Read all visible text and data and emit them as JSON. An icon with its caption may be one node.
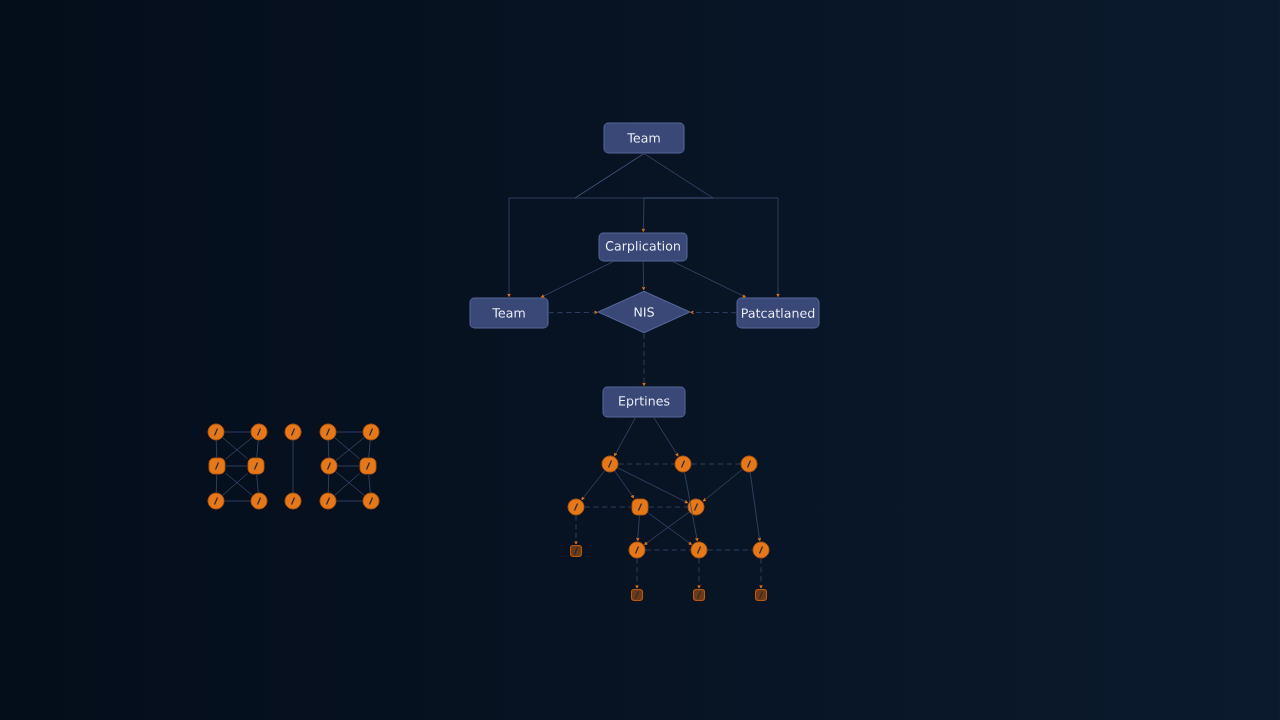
{
  "diagram": {
    "nodes": [
      {
        "text": [
          "Team"
        ]
      },
      {
        "text": [
          "Carplication"
        ]
      },
      {
        "text": [
          "Team"
        ]
      },
      {
        "text": [
          "NIS"
        ]
      },
      {
        "text": [
          "Patcatlaned"
        ]
      },
      {
        "text": [
          "Eprtines"
        ]
      },
      {
        "text": [],
        "shape": "circle"
      },
      {
        "text": [],
        "shape": "circle"
      },
      {
        "text": [],
        "shape": "circle"
      },
      {
        "text": [],
        "shape": "circle"
      },
      {
        "text": [],
        "shape": "box"
      },
      {
        "text": [],
        "shape": "circle"
      },
      {
        "text": [],
        "shape": "box"
      },
      {
        "text": [],
        "shape": "circle"
      },
      {
        "text": [],
        "shape": "circle"
      },
      {
        "text": [],
        "shape": "circle"
      },
      {
        "text": [],
        "shape": "box"
      },
      {
        "text": [],
        "shape": "box"
      },
      {
        "text": [],
        "shape": "box"
      },
      {
        "text": [],
        "shape": "circle"
      },
      {
        "text": [],
        "shape": "circle"
      },
      {
        "text": [],
        "shape": "box"
      },
      {
        "text": [],
        "shape": "box"
      },
      {
        "text": [],
        "shape": "circle"
      },
      {
        "text": [],
        "shape": "circle"
      },
      {
        "text": [],
        "shape": "circle"
      },
      {
        "text": [],
        "shape": "circle"
      },
      {
        "text": [],
        "shape": "circle"
      },
      {
        "text": [],
        "shape": "circle"
      },
      {
        "text": [],
        "shape": "circle"
      },
      {
        "text": [],
        "shape": "box"
      },
      {
        "text": [],
        "shape": "circle"
      },
      {
        "text": [],
        "shape": "circle"
      }
    ],
    "edges": [
      {
        "from": 0,
        "to": 1,
        "arrow": "to"
      },
      {
        "from": 0,
        "to": 2,
        "arrow": "to"
      },
      {
        "from": 0,
        "to": 4,
        "arrow": "to"
      },
      {
        "from": 1,
        "to": 2,
        "arrow": "to"
      },
      {
        "from": 1,
        "to": 3,
        "arrow": "to"
      },
      {
        "from": 1,
        "to": 4,
        "arrow": "to"
      },
      {
        "from": 2,
        "to": 3,
        "arrow": "to",
        "style": "dashed"
      },
      {
        "from": 4,
        "to": 3,
        "arrow": "to",
        "style": "dashed"
      },
      {
        "from": 3,
        "to": 5,
        "arrow": "to",
        "style": "dashed"
      },
      {
        "from": 5,
        "to": 6,
        "arrow": "to"
      },
      {
        "from": 5,
        "to": 7,
        "arrow": "to"
      },
      {
        "from": 6,
        "to": 7,
        "arrow": "none",
        "style": "dashed"
      },
      {
        "from": 7,
        "to": 8,
        "arrow": "none",
        "style": "dashed"
      },
      {
        "from": 6,
        "to": 9,
        "arrow": "to"
      },
      {
        "from": 6,
        "to": 10,
        "arrow": "to"
      },
      {
        "from": 6,
        "to": 11,
        "arrow": "to"
      },
      {
        "from": 7,
        "to": 14,
        "arrow": "to"
      },
      {
        "from": 8,
        "to": 11,
        "arrow": "to"
      },
      {
        "from": 8,
        "to": 15,
        "arrow": "to"
      },
      {
        "from": 9,
        "to": 10,
        "arrow": "none",
        "style": "dashed"
      },
      {
        "from": 10,
        "to": 11,
        "arrow": "none",
        "style": "dashed"
      },
      {
        "from": 9,
        "to": 12,
        "arrow": "to",
        "style": "dashed"
      },
      {
        "from": 10,
        "to": 13,
        "arrow": "to"
      },
      {
        "from": 10,
        "to": 14,
        "arrow": "to"
      },
      {
        "from": 11,
        "to": 13,
        "arrow": "to"
      },
      {
        "from": 13,
        "to": 14,
        "arrow": "none",
        "style": "dashed"
      },
      {
        "from": 14,
        "to": 15,
        "arrow": "none",
        "style": "dashed"
      },
      {
        "from": 13,
        "to": 16,
        "arrow": "to",
        "style": "dashed"
      },
      {
        "from": 14,
        "to": 17,
        "arrow": "to",
        "style": "dashed"
      },
      {
        "from": 15,
        "to": 18,
        "arrow": "to",
        "style": "dashed"
      },
      {
        "from": 19,
        "to": 20,
        "arrow": "none"
      },
      {
        "from": 21,
        "to": 22,
        "arrow": "none"
      },
      {
        "from": 23,
        "to": 24,
        "arrow": "none"
      },
      {
        "from": 19,
        "to": 21,
        "arrow": "none"
      },
      {
        "from": 21,
        "to": 23,
        "arrow": "none"
      },
      {
        "from": 20,
        "to": 22,
        "arrow": "none"
      },
      {
        "from": 22,
        "to": 24,
        "arrow": "none"
      },
      {
        "from": 19,
        "to": 22,
        "arrow": "none"
      },
      {
        "from": 20,
        "to": 21,
        "arrow": "none"
      },
      {
        "from": 21,
        "to": 24,
        "arrow": "none"
      },
      {
        "from": 22,
        "to": 23,
        "arrow": "none"
      },
      {
        "from": 25,
        "to": 26,
        "arrow": "none"
      },
      {
        "from": 27,
        "to": 28,
        "arrow": "none"
      },
      {
        "from": 29,
        "to": 30,
        "arrow": "none"
      },
      {
        "from": 31,
        "to": 32,
        "arrow": "none"
      },
      {
        "from": 27,
        "to": 29,
        "arrow": "none"
      },
      {
        "from": 29,
        "to": 31,
        "arrow": "none"
      },
      {
        "from": 28,
        "to": 30,
        "arrow": "none"
      },
      {
        "from": 30,
        "to": 32,
        "arrow": "none"
      },
      {
        "from": 27,
        "to": 30,
        "arrow": "none"
      },
      {
        "from": 28,
        "to": 29,
        "arrow": "none"
      },
      {
        "from": 29,
        "to": 32,
        "arrow": "none"
      },
      {
        "from": 30,
        "to": 31,
        "arrow": "none"
      }
    ]
  }
}
